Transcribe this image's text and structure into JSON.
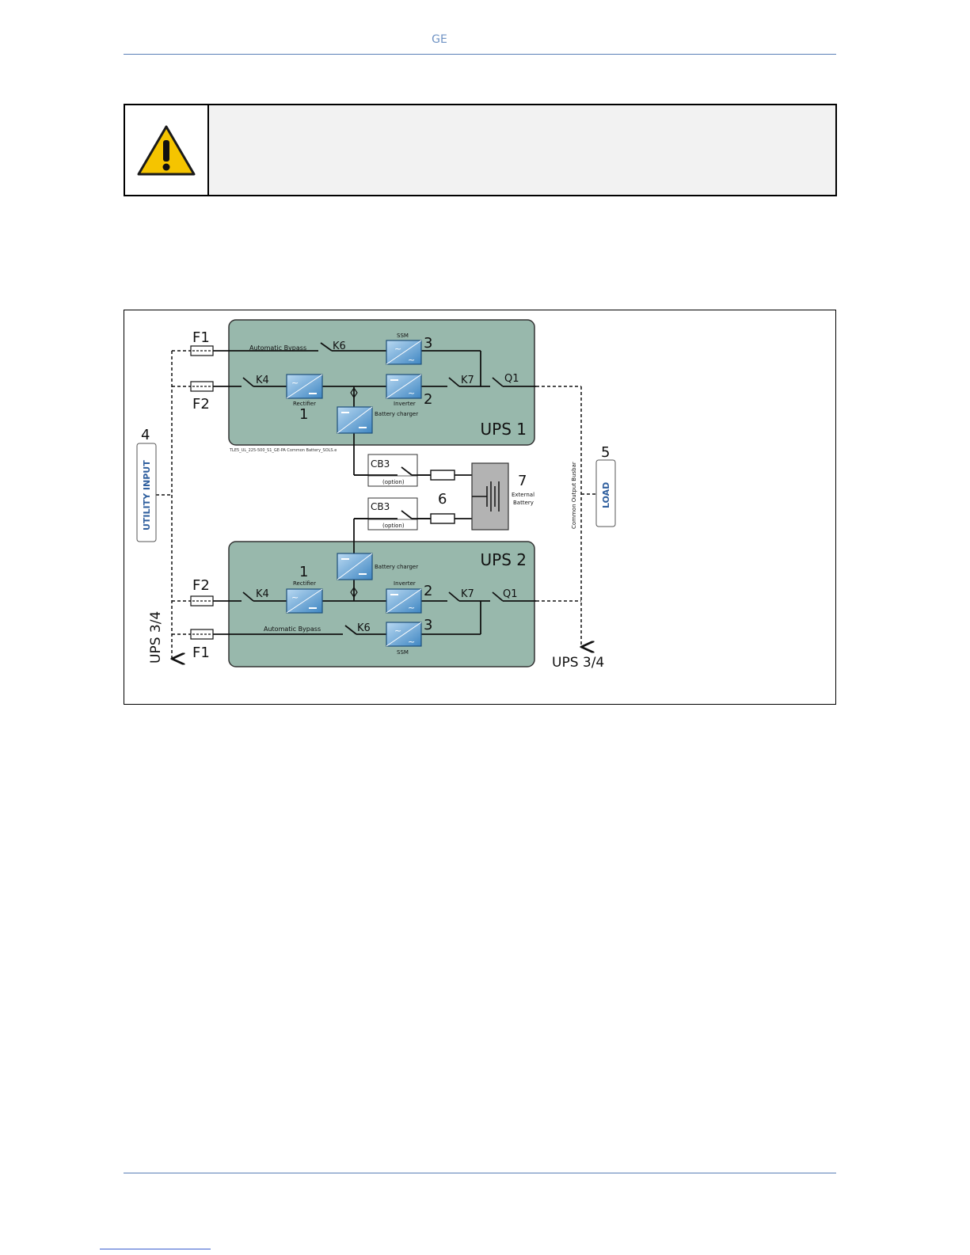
{
  "header": {
    "title": "GE"
  },
  "warning": {
    "icon": "warning-triangle-icon"
  },
  "diagram": {
    "ups1": {
      "title": "UPS 1"
    },
    "ups2": {
      "title": "UPS 2"
    },
    "labels": {
      "f1": "F1",
      "f2": "F2",
      "k4": "K4",
      "k6": "K6",
      "k7": "K7",
      "q1": "Q1",
      "cb3": "CB3",
      "option": "(option)",
      "ssm": "SSM",
      "rectifier": "Rectifier",
      "inverter": "Inverter",
      "battery_charger": "Battery charger",
      "automatic_bypass": "Automatic Bypass",
      "external_battery_line1": "External",
      "external_battery_line2": "Battery",
      "utility_input": "UTILITY INPUT",
      "load": "LOAD",
      "ups_3_4": "UPS 3/4",
      "common_output_busbar": "Common Output Busbar",
      "file_ref": "TLE5_UL_225-500_S1_GE-PA Common Battery_SOLS.e",
      "n1": "1",
      "n2": "2",
      "n3": "3",
      "n4": "4",
      "n5": "5",
      "n6": "6",
      "n7": "7"
    },
    "colors": {
      "ups_fill": "#98b8ac",
      "module_fill": "#5f9ed0",
      "battery_fill": "#b3b3b3",
      "label_blue": "#2f5f9e"
    }
  }
}
